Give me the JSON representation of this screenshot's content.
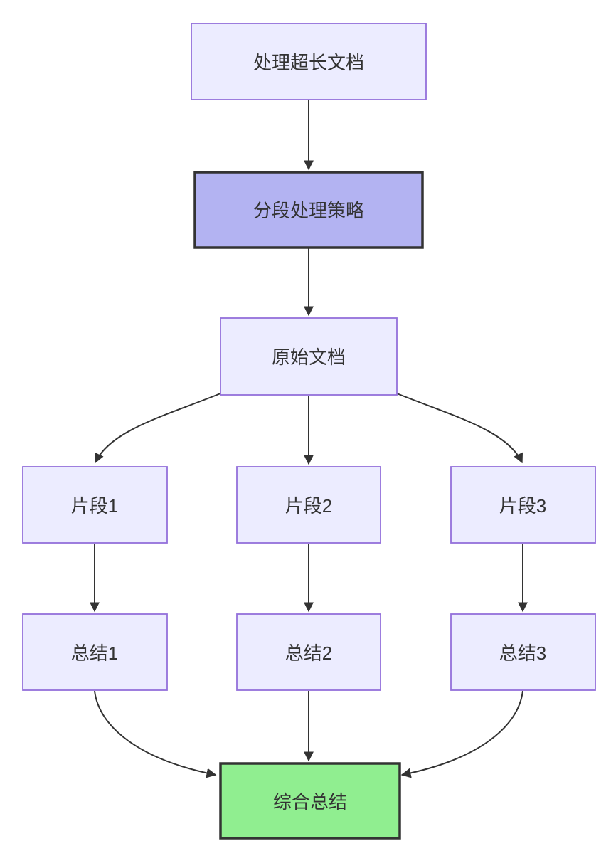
{
  "diagram": {
    "type": "flowchart",
    "direction": "top-down",
    "nodes": [
      {
        "id": "doc",
        "label": "处理超长文档",
        "style": "default"
      },
      {
        "id": "strategy",
        "label": "分段处理策略",
        "style": "highlight"
      },
      {
        "id": "original",
        "label": "原始文档",
        "style": "default"
      },
      {
        "id": "frag1",
        "label": "片段1",
        "style": "default"
      },
      {
        "id": "frag2",
        "label": "片段2",
        "style": "default"
      },
      {
        "id": "frag3",
        "label": "片段3",
        "style": "default"
      },
      {
        "id": "sum1",
        "label": "总结1",
        "style": "default"
      },
      {
        "id": "sum2",
        "label": "总结2",
        "style": "default"
      },
      {
        "id": "sum3",
        "label": "总结3",
        "style": "default"
      },
      {
        "id": "final",
        "label": "综合总结",
        "style": "final"
      }
    ],
    "edges": [
      {
        "from": "doc",
        "to": "strategy"
      },
      {
        "from": "strategy",
        "to": "original"
      },
      {
        "from": "original",
        "to": "frag1"
      },
      {
        "from": "original",
        "to": "frag2"
      },
      {
        "from": "original",
        "to": "frag3"
      },
      {
        "from": "frag1",
        "to": "sum1"
      },
      {
        "from": "frag2",
        "to": "sum2"
      },
      {
        "from": "frag3",
        "to": "sum3"
      },
      {
        "from": "sum1",
        "to": "final"
      },
      {
        "from": "sum2",
        "to": "final"
      },
      {
        "from": "sum3",
        "to": "final"
      }
    ]
  },
  "colors": {
    "background": "#FFFFFF",
    "node_fill": "#ECECFF",
    "node_stroke": "#9370DB",
    "highlight_fill": "#B3B3F2",
    "highlight_stroke": "#333333",
    "final_fill": "#90EE90",
    "final_stroke": "#333333",
    "edge": "#333333",
    "text": "#333333"
  }
}
